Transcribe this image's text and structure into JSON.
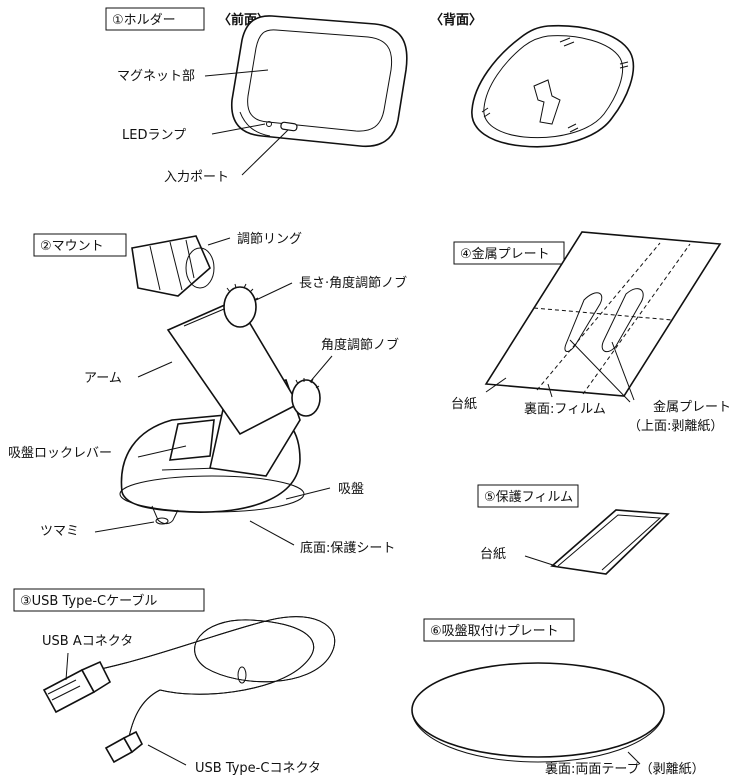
{
  "sections": {
    "holder": {
      "heading": "①ホルダー",
      "front": "〈前面〉",
      "back": "〈背面〉",
      "magnet": "マグネット部",
      "led": "LEDランプ",
      "input_port": "入力ポート"
    },
    "mount": {
      "heading": "②マウント",
      "ring": "調節リング",
      "length_knob": "長さ·角度調節ノブ",
      "angle_knob": "角度調節ノブ",
      "arm": "アーム",
      "lever": "吸盤ロックレバー",
      "suction": "吸盤",
      "tab": "ツマミ",
      "bottom_sheet": "底面:保護シート"
    },
    "plate": {
      "heading": "④金属プレート",
      "backing": "台紙",
      "film": "裏面:フィルム",
      "metal": "金属プレート",
      "top_peel": "（上面:剥離紙）"
    },
    "film": {
      "heading": "⑤保護フィルム",
      "backing": "台紙"
    },
    "cable": {
      "heading": "③USB Type-Cケーブル",
      "usb_a": "USB Aコネクタ",
      "usb_c": "USB Type-Cコネクタ"
    },
    "base_plate": {
      "heading": "⑥吸盤取付けプレート",
      "underside": "裏面:両面テープ（剥離紙）"
    }
  }
}
